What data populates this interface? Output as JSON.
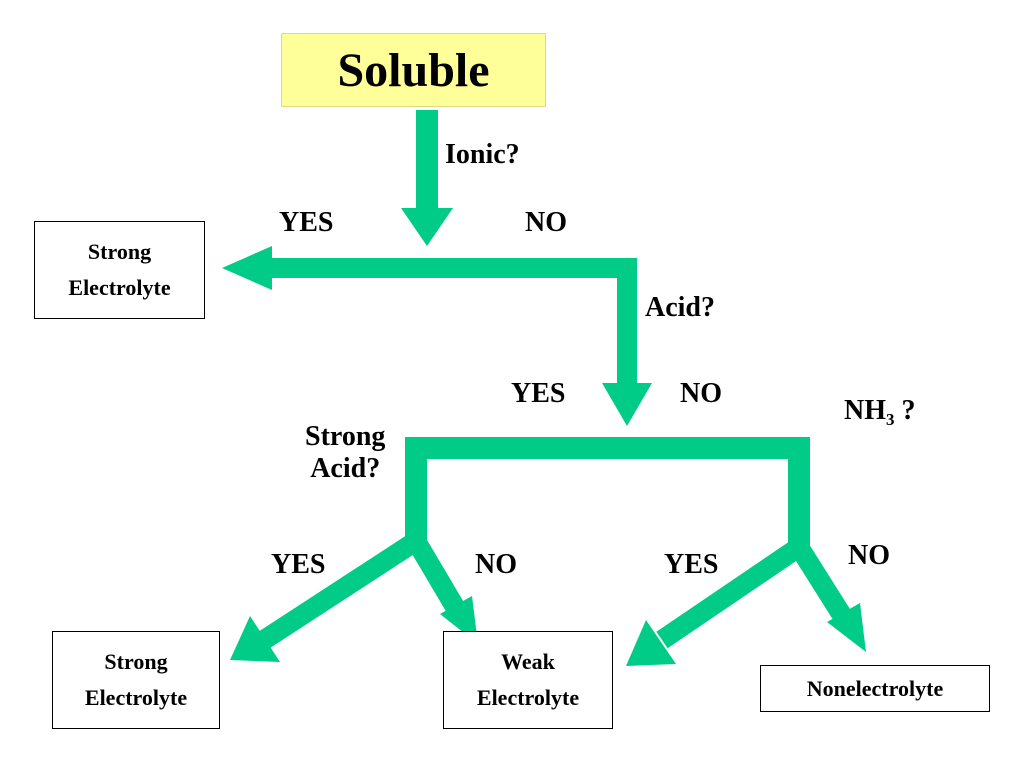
{
  "title": "Soluble",
  "questions": {
    "ionic": "Ionic?",
    "acid": "Acid?",
    "strong_acid_line1": "Strong",
    "strong_acid_line2": "Acid?",
    "nh3_base": "NH",
    "nh3_sub": "3",
    "nh3_q": " ?"
  },
  "answers": {
    "ionic_yes": "YES",
    "ionic_no": "NO",
    "acid_yes": "YES",
    "acid_no": "NO",
    "strong_yes": "YES",
    "strong_no": "NO",
    "nh3_yes": "YES",
    "nh3_no": "NO"
  },
  "results": {
    "top_strong_line1": "Strong",
    "top_strong_line2": "Electrolyte",
    "bottom_strong_line1": "Strong",
    "bottom_strong_line2": "Electrolyte",
    "weak_line1": "Weak",
    "weak_line2": "Electrolyte",
    "nonelectrolyte": "Nonelectrolyte"
  },
  "colors": {
    "arrow": "#00cc88",
    "title_fill": "#ffff99"
  }
}
